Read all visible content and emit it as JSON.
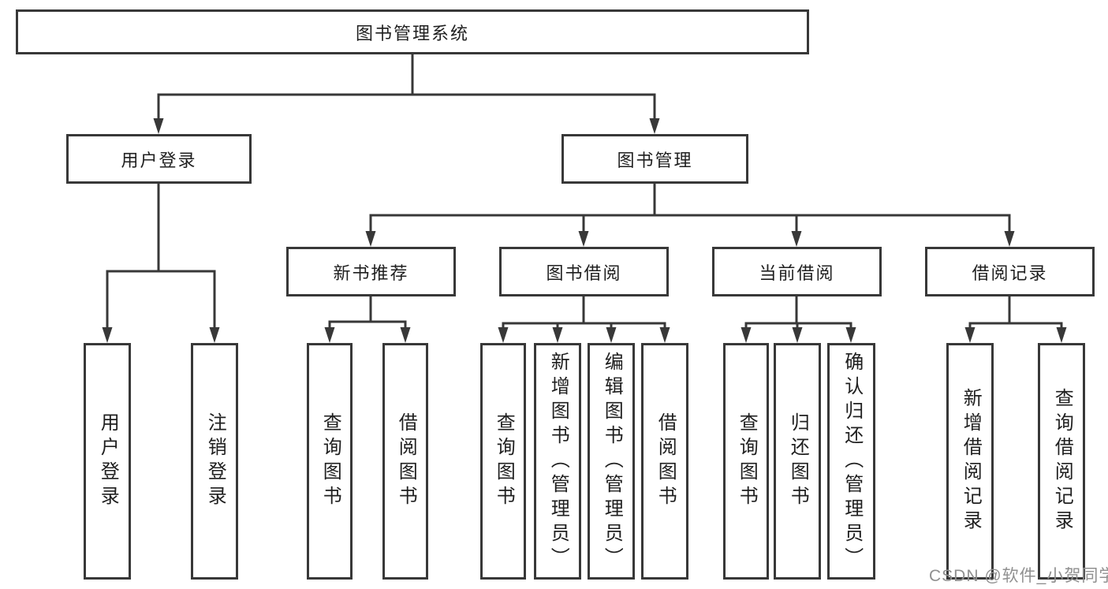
{
  "tree": {
    "root": {
      "label": "图书管理系统",
      "children": [
        {
          "label": "用户登录",
          "children": [
            {
              "label": "用户登录"
            },
            {
              "label": "注销登录"
            }
          ]
        },
        {
          "label": "图书管理",
          "children": [
            {
              "label": "新书推荐",
              "children": [
                {
                  "label": "查询图书"
                },
                {
                  "label": "借阅图书"
                }
              ]
            },
            {
              "label": "图书借阅",
              "children": [
                {
                  "label": "查询图书"
                },
                {
                  "label": "新增图书（管理员）"
                },
                {
                  "label": "编辑图书（管理员）"
                },
                {
                  "label": "借阅图书"
                }
              ]
            },
            {
              "label": "当前借阅",
              "children": [
                {
                  "label": "查询图书"
                },
                {
                  "label": "归还图书"
                },
                {
                  "label": "确认归还（管理员）"
                }
              ]
            },
            {
              "label": "借阅记录",
              "children": [
                {
                  "label": "新增借阅记录"
                },
                {
                  "label": "查询借阅记录"
                }
              ]
            }
          ]
        }
      ]
    }
  },
  "watermark": {
    "text": "CSDN @软件_小贺同学"
  },
  "colors": {
    "line": "#383838",
    "box_border": "#383838",
    "text": "#1f1f1f",
    "watermark_text": "#909090",
    "background": "#ffffff"
  }
}
